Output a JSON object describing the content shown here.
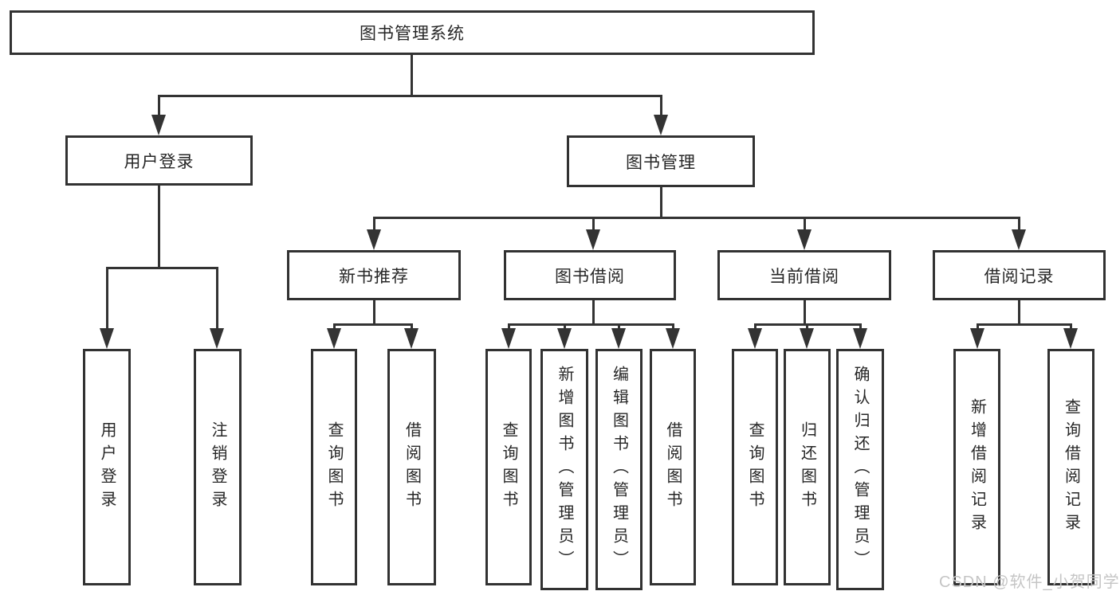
{
  "diagram": {
    "root": {
      "label": "图书管理系统"
    },
    "level2": {
      "user_login": {
        "label": "用户登录"
      },
      "book_mgmt": {
        "label": "图书管理"
      }
    },
    "level3": {
      "new_book": {
        "label": "新书推荐"
      },
      "book_borrow": {
        "label": "图书借阅"
      },
      "current_borrow": {
        "label": "当前借阅"
      },
      "borrow_records": {
        "label": "借阅记录"
      }
    },
    "leaves": {
      "login": {
        "label": "用户登录"
      },
      "logout": {
        "label": "注销登录"
      },
      "nb_query": {
        "label": "查询图书"
      },
      "nb_borrow": {
        "label": "借阅图书"
      },
      "bb_query": {
        "label": "查询图书"
      },
      "bb_add": {
        "label": "新增图书（管理员）"
      },
      "bb_edit": {
        "label": "编辑图书（管理员）"
      },
      "bb_borrow": {
        "label": "借阅图书"
      },
      "cb_query": {
        "label": "查询图书"
      },
      "cb_return": {
        "label": "归还图书"
      },
      "cb_confirm": {
        "label": "确认归还（管理员）"
      },
      "br_add": {
        "label": "新增借阅记录"
      },
      "br_query": {
        "label": "查询借阅记录"
      }
    },
    "watermark": "CSDN @软件_小贺同学",
    "colors": {
      "line": "#333333",
      "text": "#262626",
      "background": "#ffffff",
      "watermark": "#c5c5c5"
    }
  }
}
